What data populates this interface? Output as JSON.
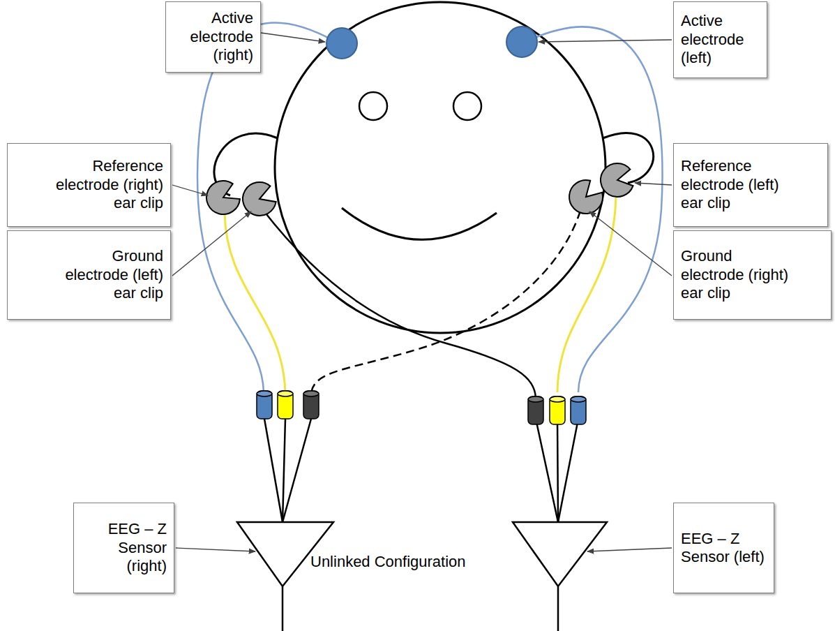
{
  "diagram": {
    "nodes": [
      {
        "text": [
          "Active electrode (right)"
        ]
      },
      {
        "text": [
          "Active electrode (left)"
        ]
      },
      {
        "text": [
          "Reference electrode (right) ear clip"
        ]
      },
      {
        "text": [
          "Reference electrode (left) ear clip"
        ]
      },
      {
        "text": [
          "Ground electrode (left) ear clip"
        ]
      },
      {
        "text": [
          "Ground electrode (right) ear clip"
        ]
      },
      {
        "text": [
          "EEG – Z Sensor (right)"
        ]
      },
      {
        "text": [
          "EEG – Z Sensor (left)"
        ]
      }
    ],
    "labels": [
      "Unlinked Configuration"
    ]
  }
}
